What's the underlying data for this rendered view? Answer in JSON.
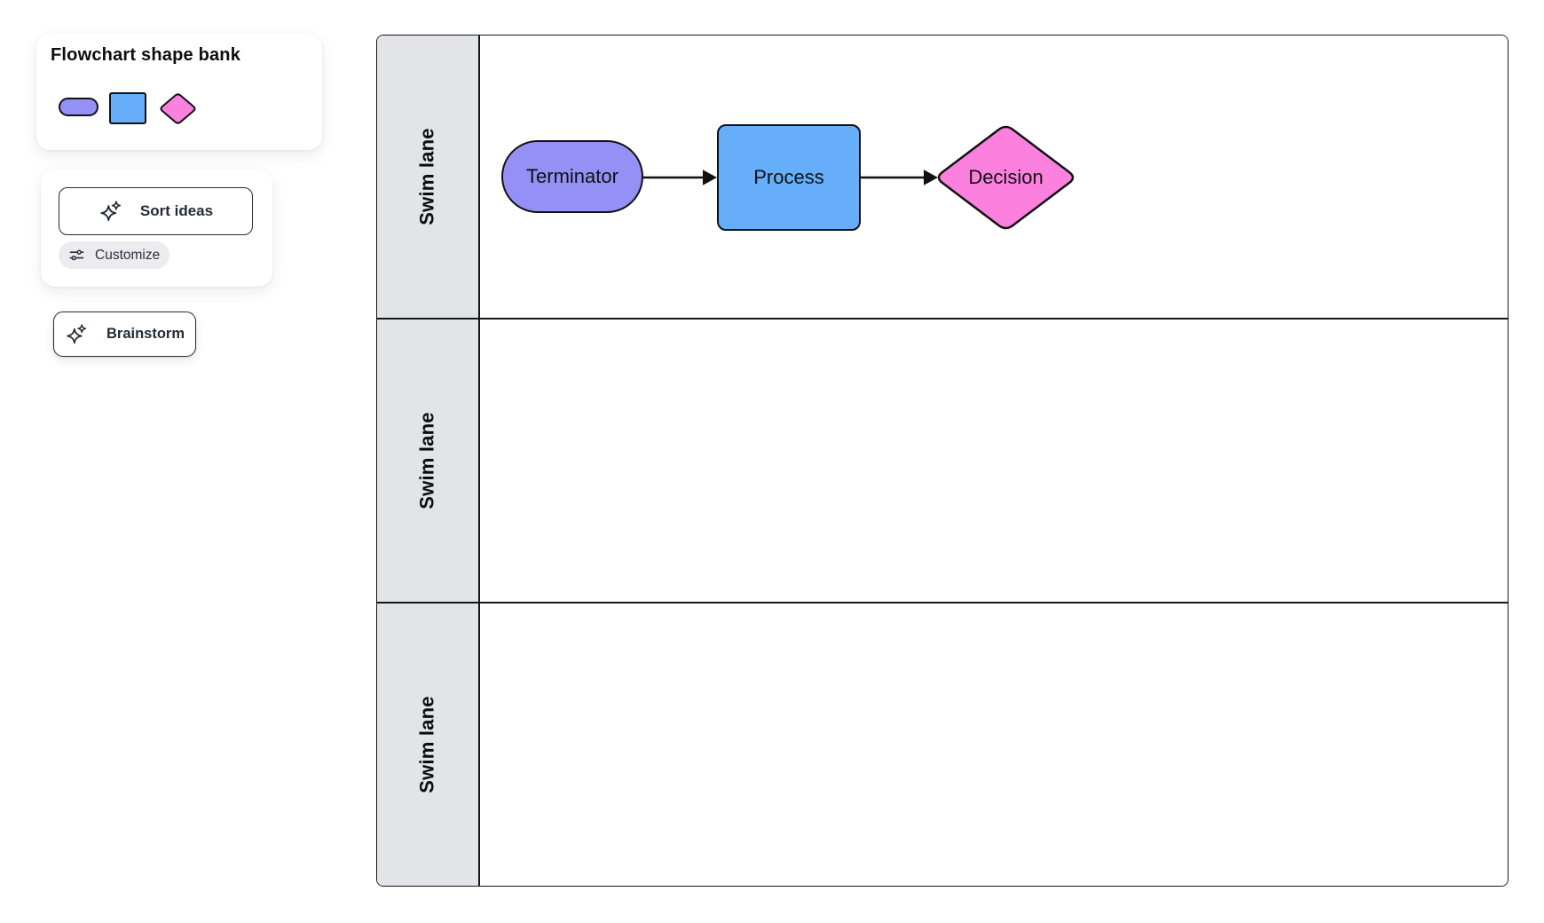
{
  "shape_bank": {
    "title": "Flowchart shape bank",
    "shapes": [
      {
        "name": "terminator",
        "kind": "pill",
        "fill": "#9490F6"
      },
      {
        "name": "process",
        "kind": "rectangle",
        "fill": "#66ADFA"
      },
      {
        "name": "decision",
        "kind": "diamond",
        "fill": "#FC80DE"
      }
    ]
  },
  "actions": {
    "sort_ideas_label": "Sort ideas",
    "customize_label": "Customize",
    "brainstorm_label": "Brainstorm"
  },
  "swimlane_table": {
    "lanes": [
      {
        "label": "Swim lane"
      },
      {
        "label": "Swim lane"
      },
      {
        "label": "Swim lane"
      }
    ],
    "header_fill": "#E2E4E8",
    "line_color": "#161616"
  },
  "flowchart": {
    "nodes": [
      {
        "id": "terminator",
        "label": "Terminator",
        "shape": "terminator",
        "fill": "#9490F6"
      },
      {
        "id": "process",
        "label": "Process",
        "shape": "process",
        "fill": "#66ADFA"
      },
      {
        "id": "decision",
        "label": "Decision",
        "shape": "decision",
        "fill": "#FC80DE"
      }
    ],
    "connectors": [
      {
        "from": "terminator",
        "to": "process"
      },
      {
        "from": "process",
        "to": "decision"
      }
    ]
  }
}
